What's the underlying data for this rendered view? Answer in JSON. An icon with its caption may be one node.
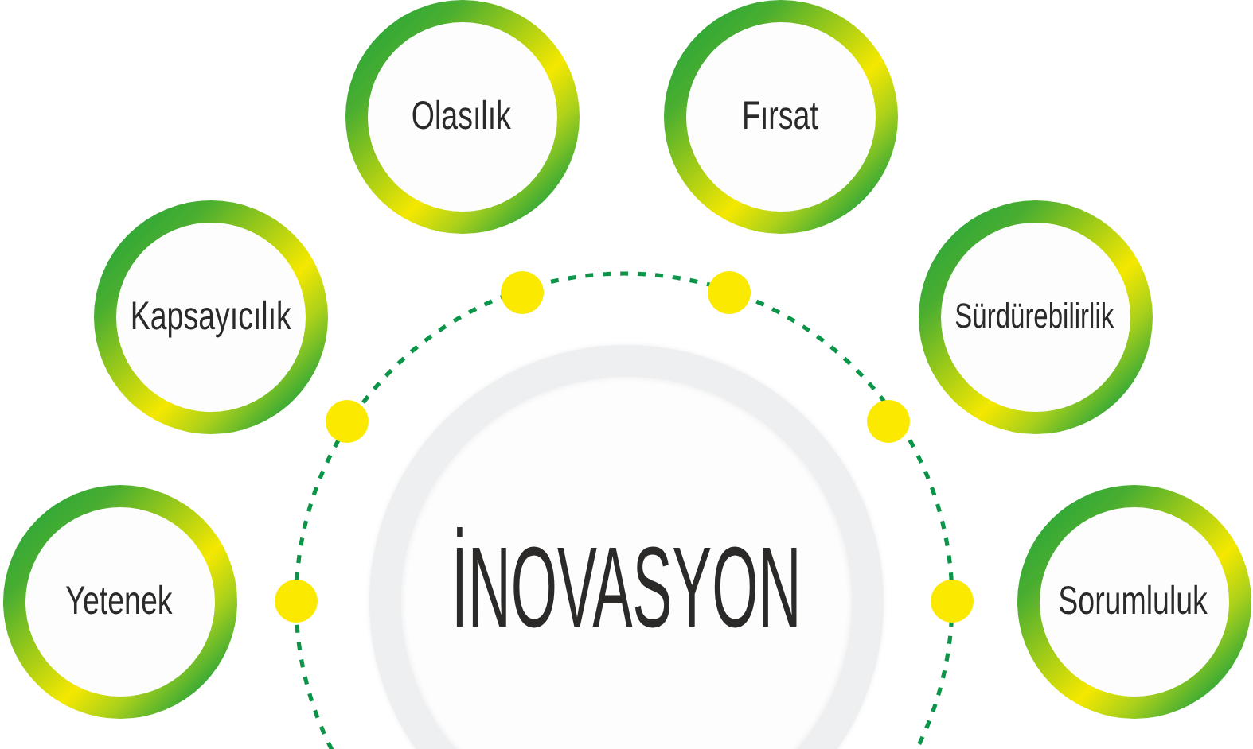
{
  "diagram": {
    "nodes": [
      {
        "text": [
          "İNOVASYON"
        ]
      },
      {
        "text": [
          "Yetenek"
        ]
      },
      {
        "text": [
          "Kapsayıcılık"
        ]
      },
      {
        "text": [
          "Olasılık"
        ]
      },
      {
        "text": [
          "Fırsat"
        ]
      },
      {
        "text": [
          "Sürdürebilirlik"
        ]
      },
      {
        "text": [
          "Sorumluluk"
        ]
      }
    ]
  }
}
